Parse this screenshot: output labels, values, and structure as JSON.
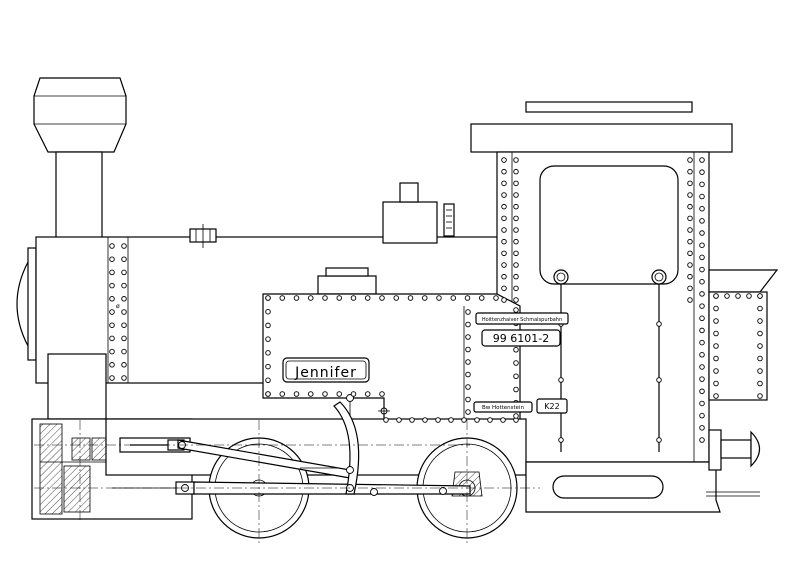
{
  "plates": {
    "name_plate": "Jennifer",
    "number_plate": "99 6101-2",
    "maker_plate": "Hoittenzhaiver Schmalspurbahn",
    "depot_plate": "Bw Hottenstein",
    "class_plate": "K22"
  },
  "colors": {
    "line": "#000000",
    "background": "#ffffff"
  }
}
